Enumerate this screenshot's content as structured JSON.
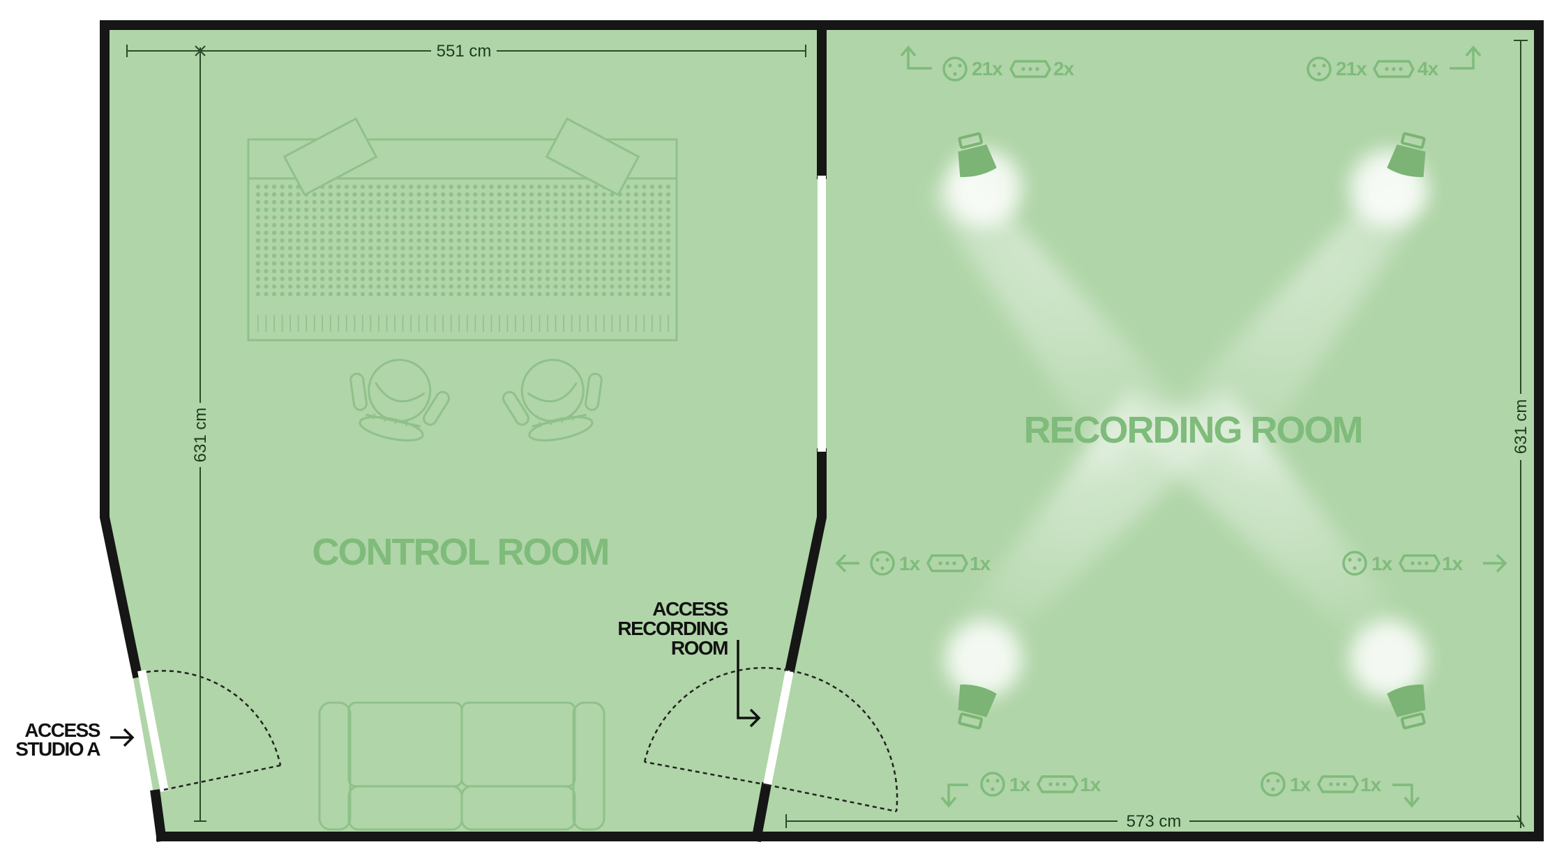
{
  "colors": {
    "floor": "#b0d5a8",
    "wall": "#161616",
    "furniture_line": "#8fc18a",
    "label_green": "#7fbb7b",
    "lamp_green": "#7bb474",
    "dimension": "#2a4a2a",
    "window": "#ffffff"
  },
  "rooms": {
    "control": {
      "title": "CONTROL ROOM"
    },
    "recording": {
      "title": "RECORDING ROOM"
    }
  },
  "dimensions": {
    "control_width": "551 cm",
    "control_height": "631 cm",
    "recording_width": "573 cm",
    "recording_height": "631 cm"
  },
  "access": {
    "studio_a": {
      "line1": "ACCESS",
      "line2": "STUDIO A"
    },
    "recording_room": {
      "line1": "ACCESS",
      "line2": "RECORDING",
      "line3": "ROOM"
    }
  },
  "connections": {
    "top_left": {
      "xlr": "21x",
      "multi": "2x",
      "arrow": "arrow-up-left-icon"
    },
    "top_right": {
      "xlr": "21x",
      "multi": "4x",
      "arrow": "arrow-up-right-icon"
    },
    "mid_left": {
      "xlr": "1x",
      "multi": "1x",
      "arrow": "arrow-left-icon"
    },
    "mid_right": {
      "xlr": "1x",
      "multi": "1x",
      "arrow": "arrow-right-icon"
    },
    "bottom_left": {
      "xlr": "1x",
      "multi": "1x",
      "arrow": "arrow-down-left-icon"
    },
    "bottom_right": {
      "xlr": "1x",
      "multi": "1x",
      "arrow": "arrow-down-right-icon"
    }
  },
  "icons": {
    "xlr": "xlr-connector-icon",
    "multi": "multipin-connector-icon",
    "light": "studio-light-icon",
    "chair": "office-chair-icon",
    "sofa": "sofa-icon",
    "console": "mixing-console-icon",
    "monitor": "studio-monitor-icon"
  }
}
